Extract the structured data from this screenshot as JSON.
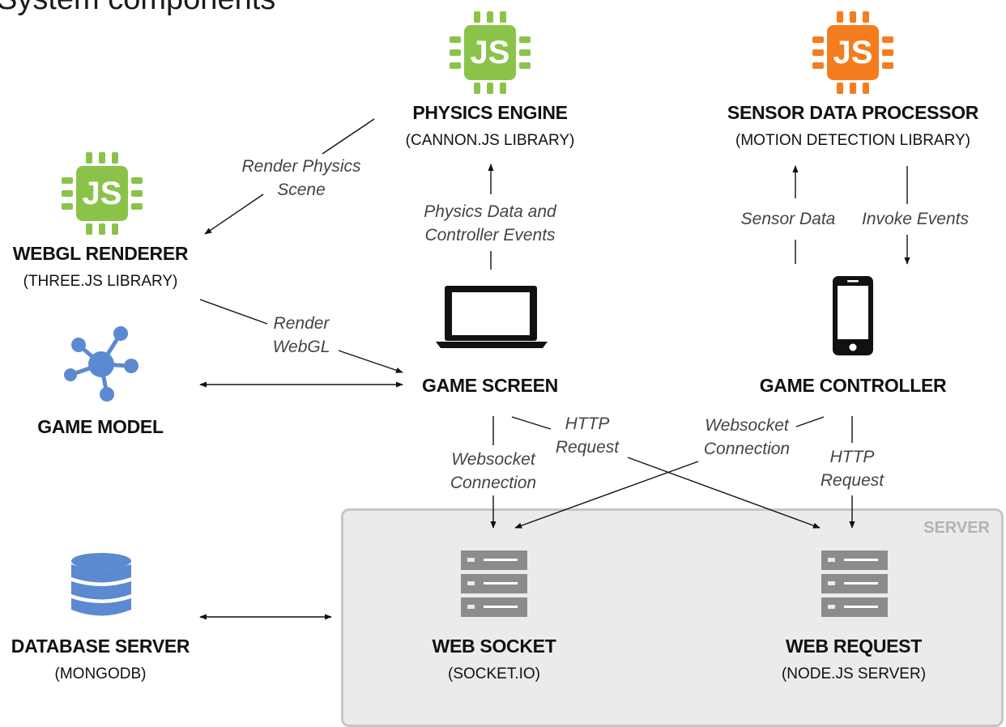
{
  "page_title": "System components",
  "server_group": {
    "label": "SERVER"
  },
  "nodes": {
    "physics_engine": {
      "title": "PHYSICS ENGINE",
      "subtitle": "(CANNON.JS LIBRARY)",
      "icon": "javascript-chip-icon",
      "color": "#8bc34a"
    },
    "sensor_processor": {
      "title": "SENSOR DATA PROCESSOR",
      "subtitle": "(MOTION DETECTION LIBRARY)",
      "icon": "javascript-chip-icon",
      "color": "#f57c1f"
    },
    "webgl_renderer": {
      "title": "WEBGL RENDERER",
      "subtitle": "(THREE.JS LIBRARY)",
      "icon": "javascript-chip-icon",
      "color": "#8bc34a"
    },
    "game_model": {
      "title": "GAME MODEL",
      "icon": "network-graph-icon",
      "color": "#5b8ad0"
    },
    "game_screen": {
      "title": "GAME SCREEN",
      "icon": "laptop-icon"
    },
    "game_controller": {
      "title": "GAME CONTROLLER",
      "icon": "smartphone-icon"
    },
    "database_server": {
      "title": "DATABASE SERVER",
      "subtitle": "(MONGODB)",
      "icon": "database-icon",
      "color": "#5b8ad0"
    },
    "web_socket": {
      "title": "WEB SOCKET",
      "subtitle": "(SOCKET.IO)",
      "icon": "server-rack-icon",
      "color": "#8c8c8c"
    },
    "web_request": {
      "title": "WEB REQUEST",
      "subtitle": "(NODE.JS SERVER)",
      "icon": "server-rack-icon",
      "color": "#8c8c8c"
    }
  },
  "chip_label": "JS",
  "edges": {
    "render_physics": {
      "line1": "Render Physics",
      "line2": "Scene"
    },
    "physics_data": {
      "line1": "Physics Data and",
      "line2": "Controller Events"
    },
    "sensor_data": {
      "line1": "Sensor Data"
    },
    "invoke_events": {
      "line1": "Invoke Events"
    },
    "render_webgl": {
      "line1": "Render",
      "line2": "WebGL"
    },
    "screen_http": {
      "line1": "HTTP",
      "line2": "Request"
    },
    "screen_websocket": {
      "line1": "Websocket",
      "line2": "Connection"
    },
    "controller_websocket": {
      "line1": "Websocket",
      "line2": "Connection"
    },
    "controller_http": {
      "line1": "HTTP",
      "line2": "Request"
    }
  }
}
